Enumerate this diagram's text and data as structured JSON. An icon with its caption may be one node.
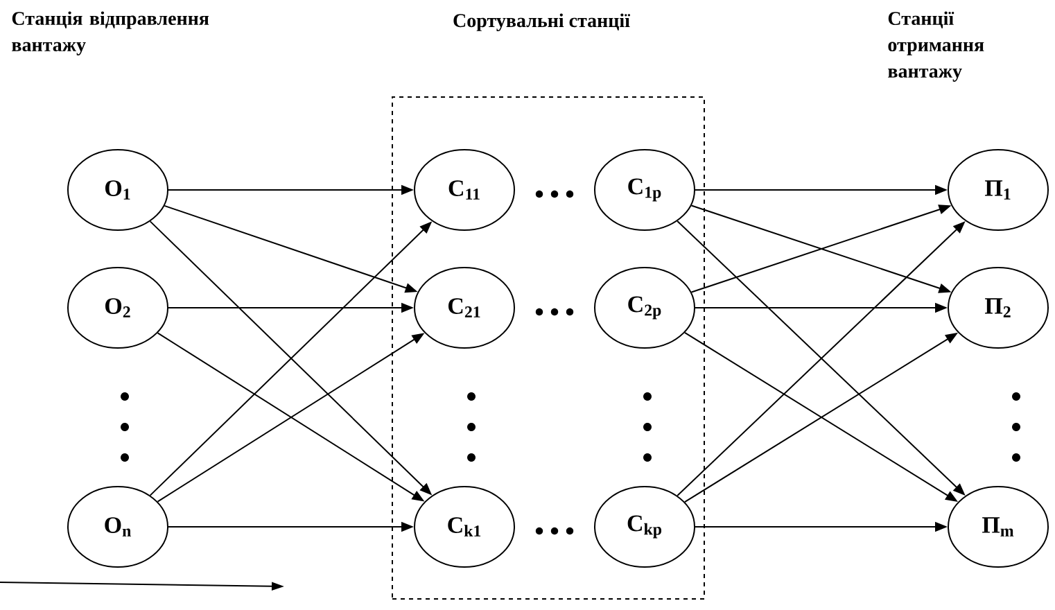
{
  "diagram": {
    "nodes": [
      {
        "text": [
          "Сортувальні станції"
        ]
      },
      {
        "text": [
          "О$_{1}$"
        ]
      },
      {
        "text": [
          "О$_{2}$"
        ]
      },
      {
        "text": [
          "О$_{n}$"
        ]
      },
      {
        "text": [
          "С$_{11}$"
        ],
        "in": 0
      },
      {
        "text": [
          "С$_{1p}$"
        ],
        "in": 0
      },
      {
        "text": [
          "С$_{21}$"
        ],
        "in": 0
      },
      {
        "text": [
          "С$_{2p}$"
        ],
        "in": 0
      },
      {
        "text": [
          "С$_{k1}$"
        ],
        "in": 0
      },
      {
        "text": [
          "С$_{kp}$"
        ],
        "in": 0
      },
      {
        "text": [
          "П$_{1}$"
        ]
      },
      {
        "text": [
          "П$_{2}$"
        ]
      },
      {
        "text": [
          "П$_{m}$"
        ]
      }
    ],
    "edges": [
      {
        "from": 1,
        "to": 4,
        "arrow": "to"
      },
      {
        "from": 1,
        "to": 6,
        "arrow": "to"
      },
      {
        "from": 1,
        "to": 8,
        "arrow": "to"
      },
      {
        "from": 2,
        "to": 6,
        "arrow": "to"
      },
      {
        "from": 2,
        "to": 8,
        "arrow": "to"
      },
      {
        "from": 3,
        "to": 4,
        "arrow": "to"
      },
      {
        "from": 3,
        "to": 6,
        "arrow": "to"
      },
      {
        "from": 3,
        "to": 8,
        "arrow": "to"
      },
      {
        "from": 5,
        "to": 10,
        "arrow": "to"
      },
      {
        "from": 5,
        "to": 11,
        "arrow": "to"
      },
      {
        "from": 5,
        "to": 12,
        "arrow": "to"
      },
      {
        "from": 7,
        "to": 10,
        "arrow": "to"
      },
      {
        "from": 7,
        "to": 11,
        "arrow": "to"
      },
      {
        "from": 7,
        "to": 12,
        "arrow": "to"
      },
      {
        "from": 9,
        "to": 10,
        "arrow": "to"
      },
      {
        "from": 9,
        "to": 11,
        "arrow": "to"
      },
      {
        "from": 9,
        "to": 12,
        "arrow": "to"
      }
    ],
    "labels": [
      "Станція відправлення вантажу",
      "Станції отримання вантажу"
    ]
  }
}
